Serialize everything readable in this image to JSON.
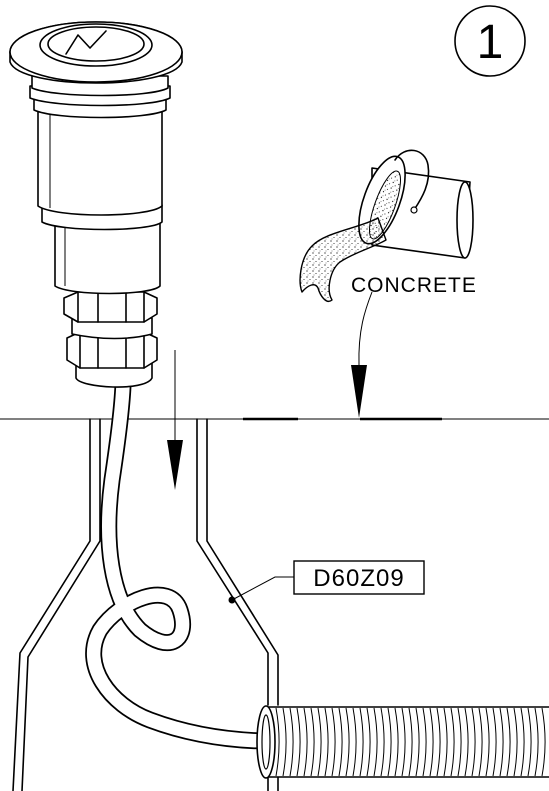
{
  "diagram": {
    "step_number": "1",
    "concrete_label": "CONCRETE",
    "part_code": "D60Z09"
  }
}
